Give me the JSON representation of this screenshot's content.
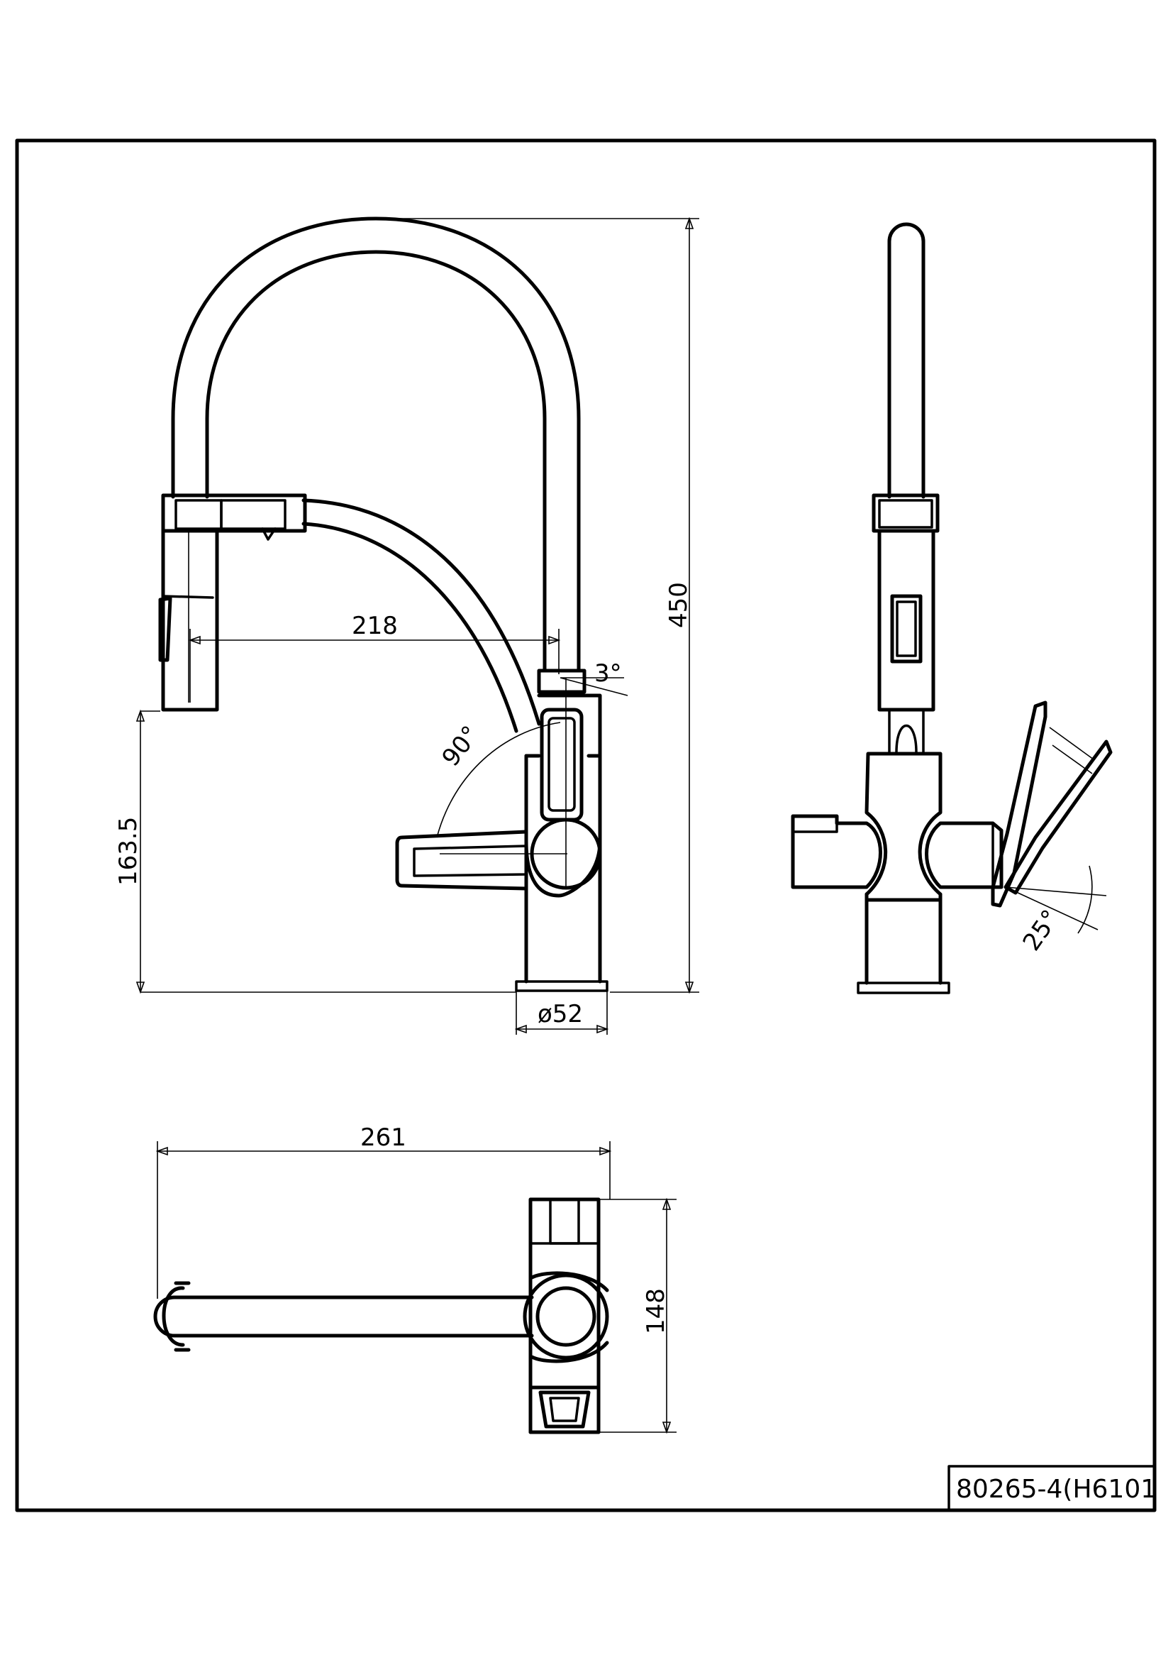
{
  "drawing": {
    "part_number": "80265-4(H6101"
  },
  "dimensions": {
    "total_height": "450",
    "spout_reach": "218",
    "handle_height": "163.5",
    "base_diameter": "ø52",
    "handle_rotation": "90°",
    "spout_tilt": "3°",
    "lever_angle": "25°",
    "top_reach": "261",
    "top_depth": "148"
  }
}
